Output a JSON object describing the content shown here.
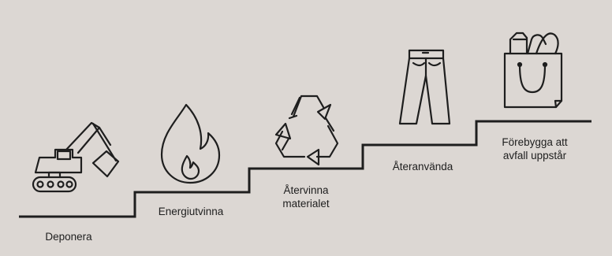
{
  "steps": [
    {
      "icon": "excavator-icon",
      "lines": [
        "Deponera"
      ]
    },
    {
      "icon": "flame-icon",
      "lines": [
        "Energiutvinna"
      ]
    },
    {
      "icon": "recycle-icon",
      "lines": [
        "Återvinna",
        "materialet"
      ]
    },
    {
      "icon": "trousers-icon",
      "lines": [
        "Återanvända"
      ]
    },
    {
      "icon": "grocery-bag-icon",
      "lines": [
        "Förebygga att",
        "avfall uppstår"
      ]
    }
  ],
  "colors": {
    "background": "#dcd7d3",
    "ink": "#1e1e1e"
  }
}
